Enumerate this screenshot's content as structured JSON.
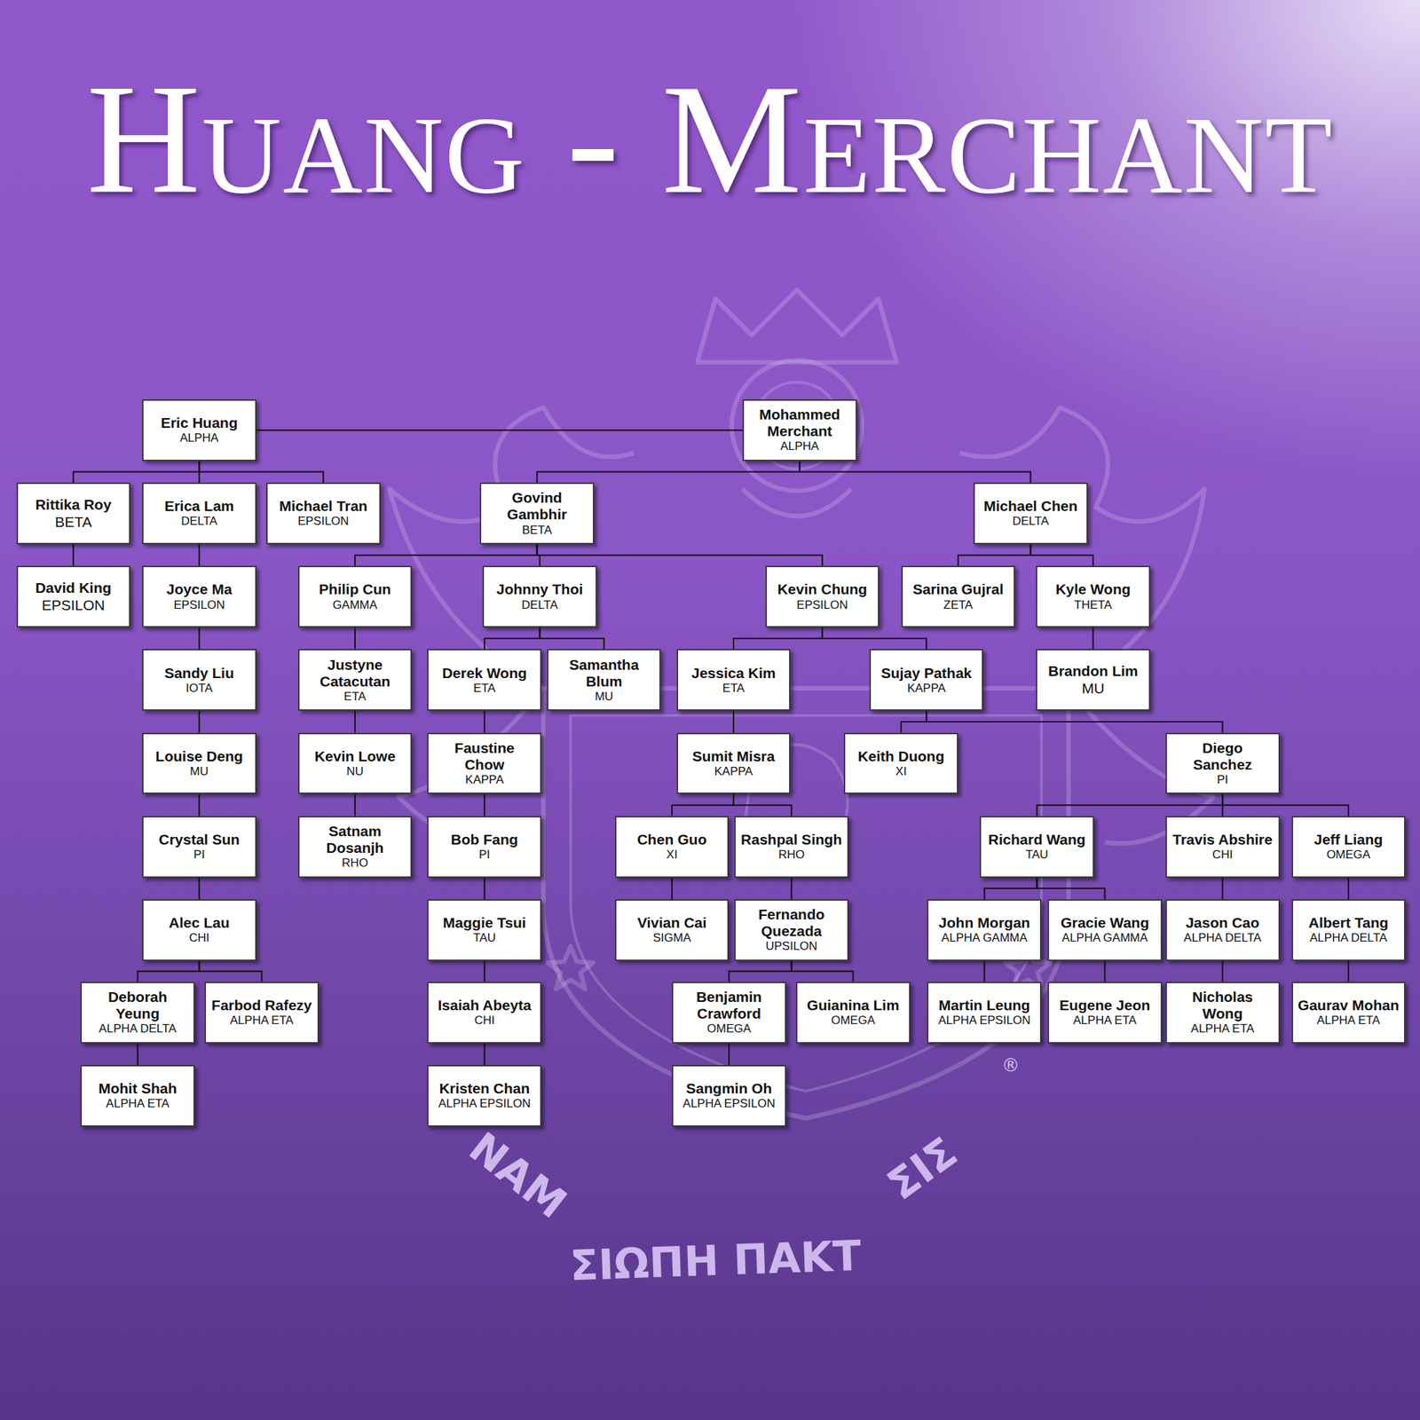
{
  "diagram": {
    "title": "Huang - Merchant",
    "nodes": [
      {
        "text": [
          "Eric Huang",
          "ALPHA"
        ]
      },
      {
        "text": [
          "Mohammed Merchant",
          "ALPHA"
        ]
      },
      {
        "text": [
          "Rittika Roy",
          "BETA"
        ]
      },
      {
        "text": [
          "Erica Lam",
          "DELTA"
        ]
      },
      {
        "text": [
          "Michael Tran",
          "EPSILON"
        ]
      },
      {
        "text": [
          "Govind Gambhir",
          "BETA"
        ]
      },
      {
        "text": [
          "Michael Chen",
          "DELTA"
        ]
      },
      {
        "text": [
          "David King",
          "EPSILON"
        ]
      },
      {
        "text": [
          "Joyce Ma",
          "EPSILON"
        ]
      },
      {
        "text": [
          "Philip Cun",
          "GAMMA"
        ]
      },
      {
        "text": [
          "Johnny Thoi",
          "DELTA"
        ]
      },
      {
        "text": [
          "Kevin Chung",
          "EPSILON"
        ]
      },
      {
        "text": [
          "Sarina Gujral",
          "ZETA"
        ]
      },
      {
        "text": [
          "Kyle Wong",
          "THETA"
        ]
      },
      {
        "text": [
          "Sandy Liu",
          "IOTA"
        ]
      },
      {
        "text": [
          "Justyne Catacutan",
          "ETA"
        ]
      },
      {
        "text": [
          "Derek Wong",
          "ETA"
        ]
      },
      {
        "text": [
          "Samantha Blum",
          "MU"
        ]
      },
      {
        "text": [
          "Jessica Kim",
          "ETA"
        ]
      },
      {
        "text": [
          "Sujay Pathak",
          "KAPPA"
        ]
      },
      {
        "text": [
          "Brandon Lim",
          "MU"
        ]
      },
      {
        "text": [
          "Louise Deng",
          "MU"
        ]
      },
      {
        "text": [
          "Kevin Lowe",
          "NU"
        ]
      },
      {
        "text": [
          "Faustine Chow",
          "KAPPA"
        ]
      },
      {
        "text": [
          "Sumit Misra",
          "KAPPA"
        ]
      },
      {
        "text": [
          "Keith Duong",
          "XI"
        ]
      },
      {
        "text": [
          "Diego Sanchez",
          "PI"
        ]
      },
      {
        "text": [
          "Crystal Sun",
          "PI"
        ]
      },
      {
        "text": [
          "Satnam Dosanjh",
          "RHO"
        ]
      },
      {
        "text": [
          "Bob Fang",
          "PI"
        ]
      },
      {
        "text": [
          "Chen Guo",
          "XI"
        ]
      },
      {
        "text": [
          "Rashpal Singh",
          "RHO"
        ]
      },
      {
        "text": [
          "Richard Wang",
          "TAU"
        ]
      },
      {
        "text": [
          "Travis Abshire",
          "CHI"
        ]
      },
      {
        "text": [
          "Jeff Liang",
          "OMEGA"
        ]
      },
      {
        "text": [
          "Alec Lau",
          "CHI"
        ]
      },
      {
        "text": [
          "Maggie Tsui",
          "TAU"
        ]
      },
      {
        "text": [
          "Vivian Cai",
          "SIGMA"
        ]
      },
      {
        "text": [
          "Fernando Quezada",
          "UPSILON"
        ]
      },
      {
        "text": [
          "John Morgan",
          "ALPHA GAMMA"
        ]
      },
      {
        "text": [
          "Gracie Wang",
          "ALPHA GAMMA"
        ]
      },
      {
        "text": [
          "Jason Cao",
          "ALPHA DELTA"
        ]
      },
      {
        "text": [
          "Albert Tang",
          "ALPHA DELTA"
        ]
      },
      {
        "text": [
          "Deborah Yeung",
          "ALPHA DELTA"
        ]
      },
      {
        "text": [
          "Farbod Rafezy",
          "ALPHA ETA"
        ]
      },
      {
        "text": [
          "Isaiah Abeyta",
          "CHI"
        ]
      },
      {
        "text": [
          "Benjamin Crawford",
          "OMEGA"
        ]
      },
      {
        "text": [
          "Guianina Lim",
          "OMEGA"
        ]
      },
      {
        "text": [
          "Martin Leung",
          "ALPHA EPSILON"
        ]
      },
      {
        "text": [
          "Eugene Jeon",
          "ALPHA ETA"
        ]
      },
      {
        "text": [
          "Nicholas Wong",
          "ALPHA ETA"
        ]
      },
      {
        "text": [
          "Gaurav Mohan",
          "ALPHA ETA"
        ]
      },
      {
        "text": [
          "Mohit Shah",
          "ALPHA ETA"
        ]
      },
      {
        "text": [
          "Kristen Chan",
          "ALPHA EPSILON"
        ]
      },
      {
        "text": [
          "Sangmin Oh",
          "ALPHA EPSILON"
        ]
      }
    ],
    "edges": [
      {
        "from": 0,
        "to": 1,
        "arrow": "none"
      },
      {
        "from": 0,
        "to": 2,
        "arrow": "none"
      },
      {
        "from": 0,
        "to": 3,
        "arrow": "none"
      },
      {
        "from": 0,
        "to": 4,
        "arrow": "none"
      },
      {
        "from": 1,
        "to": 5,
        "arrow": "none"
      },
      {
        "from": 1,
        "to": 6,
        "arrow": "none"
      },
      {
        "from": 2,
        "to": 7,
        "arrow": "none"
      },
      {
        "from": 3,
        "to": 8,
        "arrow": "none"
      },
      {
        "from": 5,
        "to": 9,
        "arrow": "none"
      },
      {
        "from": 5,
        "to": 10,
        "arrow": "none"
      },
      {
        "from": 5,
        "to": 11,
        "arrow": "none"
      },
      {
        "from": 6,
        "to": 12,
        "arrow": "none"
      },
      {
        "from": 6,
        "to": 13,
        "arrow": "none"
      },
      {
        "from": 8,
        "to": 14,
        "arrow": "none"
      },
      {
        "from": 9,
        "to": 15,
        "arrow": "none"
      },
      {
        "from": 10,
        "to": 16,
        "arrow": "none"
      },
      {
        "from": 10,
        "to": 17,
        "arrow": "none"
      },
      {
        "from": 11,
        "to": 18,
        "arrow": "none"
      },
      {
        "from": 11,
        "to": 19,
        "arrow": "none"
      },
      {
        "from": 13,
        "to": 20,
        "arrow": "none"
      },
      {
        "from": 14,
        "to": 21,
        "arrow": "none"
      },
      {
        "from": 15,
        "to": 22,
        "arrow": "none"
      },
      {
        "from": 16,
        "to": 23,
        "arrow": "none"
      },
      {
        "from": 18,
        "to": 24,
        "arrow": "none"
      },
      {
        "from": 19,
        "to": 25,
        "arrow": "none"
      },
      {
        "from": 19,
        "to": 26,
        "arrow": "none"
      },
      {
        "from": 21,
        "to": 27,
        "arrow": "none"
      },
      {
        "from": 22,
        "to": 28,
        "arrow": "none"
      },
      {
        "from": 23,
        "to": 29,
        "arrow": "none"
      },
      {
        "from": 24,
        "to": 30,
        "arrow": "none"
      },
      {
        "from": 24,
        "to": 31,
        "arrow": "none"
      },
      {
        "from": 26,
        "to": 32,
        "arrow": "none"
      },
      {
        "from": 26,
        "to": 33,
        "arrow": "none"
      },
      {
        "from": 26,
        "to": 34,
        "arrow": "none"
      },
      {
        "from": 27,
        "to": 35,
        "arrow": "none"
      },
      {
        "from": 29,
        "to": 36,
        "arrow": "none"
      },
      {
        "from": 30,
        "to": 37,
        "arrow": "none"
      },
      {
        "from": 31,
        "to": 38,
        "arrow": "none"
      },
      {
        "from": 32,
        "to": 39,
        "arrow": "none"
      },
      {
        "from": 32,
        "to": 40,
        "arrow": "none"
      },
      {
        "from": 33,
        "to": 41,
        "arrow": "none"
      },
      {
        "from": 34,
        "to": 42,
        "arrow": "none"
      },
      {
        "from": 35,
        "to": 43,
        "arrow": "none"
      },
      {
        "from": 35,
        "to": 44,
        "arrow": "none"
      },
      {
        "from": 36,
        "to": 45,
        "arrow": "none"
      },
      {
        "from": 38,
        "to": 46,
        "arrow": "none"
      },
      {
        "from": 38,
        "to": 47,
        "arrow": "none"
      },
      {
        "from": 39,
        "to": 48,
        "arrow": "none"
      },
      {
        "from": 40,
        "to": 49,
        "arrow": "none"
      },
      {
        "from": 41,
        "to": 50,
        "arrow": "none"
      },
      {
        "from": 42,
        "to": 51,
        "arrow": "none"
      },
      {
        "from": 43,
        "to": 52,
        "arrow": "none"
      },
      {
        "from": 45,
        "to": 53,
        "arrow": "none"
      },
      {
        "from": 46,
        "to": 54,
        "arrow": "none"
      }
    ],
    "labels": [
      "ΝΑΜ",
      "ΣΙΩΠΗ ΠΑΚΤ",
      "ΣΙΣ",
      "®"
    ]
  }
}
